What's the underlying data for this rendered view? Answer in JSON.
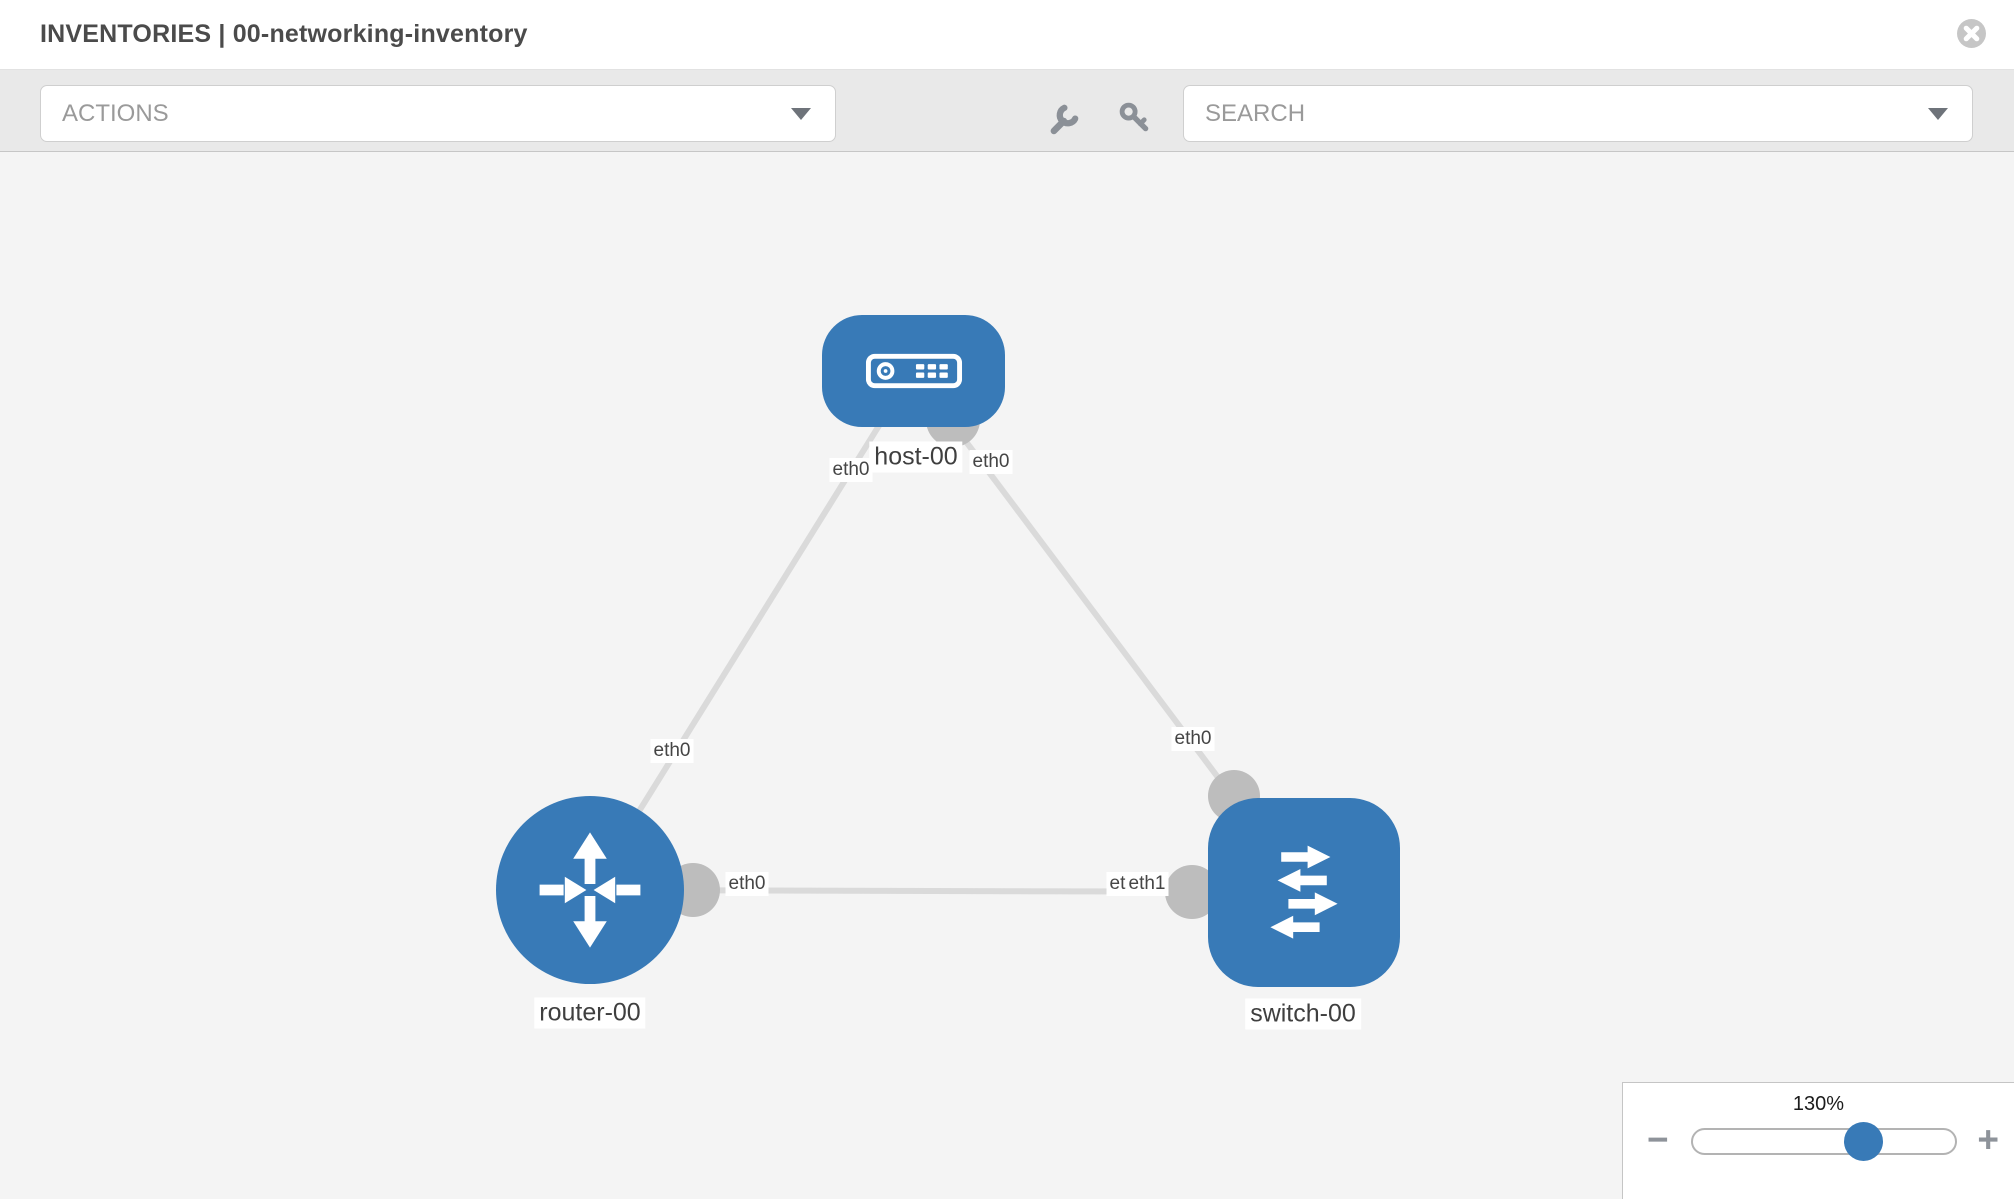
{
  "header": {
    "title": "INVENTORIES | 00-networking-inventory"
  },
  "toolbar": {
    "actions_label": "ACTIONS",
    "search_label": "SEARCH"
  },
  "topology": {
    "nodes": [
      {
        "label": "host-00",
        "type": "host"
      },
      {
        "label": "router-00",
        "type": "router"
      },
      {
        "label": "switch-00",
        "type": "switch"
      }
    ],
    "links": [
      {
        "from": "host-00",
        "to": "router-00",
        "from_iface": "eth0",
        "to_iface": "eth0"
      },
      {
        "from": "host-00",
        "to": "switch-00",
        "from_iface": "eth0",
        "to_iface": "eth0"
      },
      {
        "from": "router-00",
        "to": "switch-00",
        "from_iface": "eth0",
        "to_iface": "eth1"
      }
    ],
    "iface_labels": [
      {
        "text": "eth0"
      },
      {
        "text": "eth0"
      },
      {
        "text": "eth0"
      },
      {
        "text": "eth0"
      },
      {
        "text": "eth0"
      },
      {
        "text": "eth0"
      },
      {
        "text": "eth1"
      }
    ]
  },
  "zoom_control": {
    "level": "130%",
    "value_percent": 130,
    "minus_label": "−",
    "plus_label": "+"
  },
  "colors": {
    "node_blue": "#387ab7",
    "canvas_bg": "#f4f4f4",
    "toolbar_bg": "#e9e9e9",
    "link_gray": "#dadada",
    "connector_gray": "#bdbdbd"
  }
}
